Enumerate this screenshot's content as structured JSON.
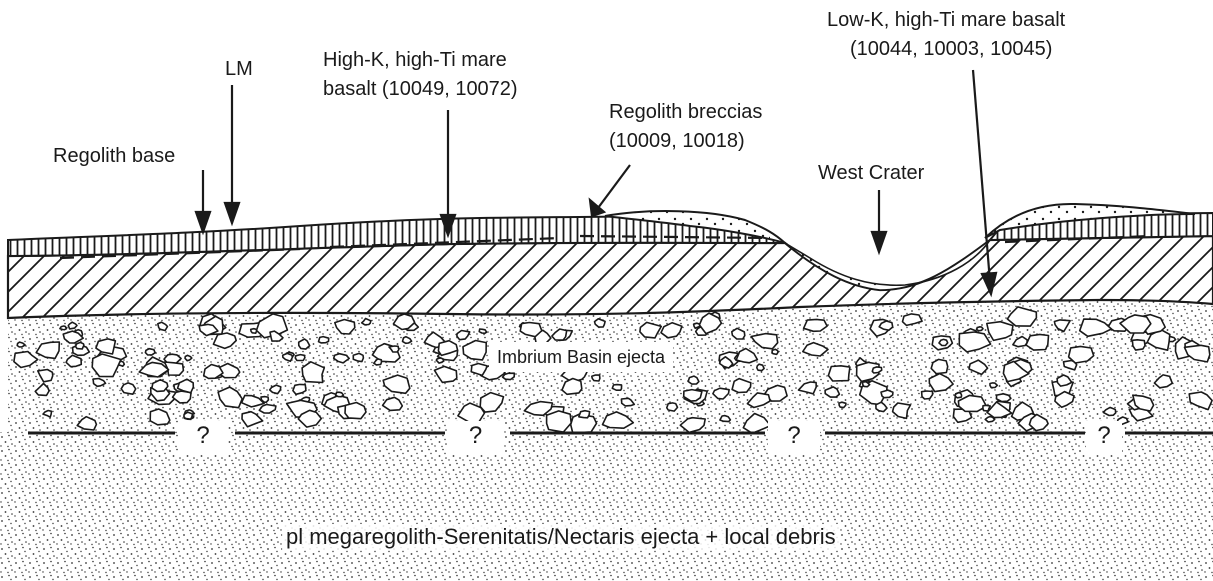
{
  "labels": {
    "lm": "LM",
    "regolith_base": "Regolith base",
    "high_k_line1": "High-K, high-Ti mare",
    "high_k_line2": "basalt (10049, 10072)",
    "breccias_line1": "Regolith breccias",
    "breccias_line2": "(10009, 10018)",
    "low_k_line1": "Low-K, high-Ti mare basalt",
    "low_k_line2": "(10044, 10003, 10045)",
    "west_crater": "West Crater",
    "imbrium": "Imbrium Basin ejecta",
    "megaregolith": "pl megaregolith-Serenitatis/Nectaris ejecta + local debris",
    "unknown_marker": "?"
  },
  "layers": [
    {
      "name": "Regolith",
      "pattern": "vertical-lines"
    },
    {
      "name": "Mare basalt",
      "pattern": "diagonal-hatch"
    },
    {
      "name": "Imbrium Basin ejecta",
      "pattern": "clasts-in-stipple"
    },
    {
      "name": "pl megaregolith",
      "pattern": "fine-stipple"
    }
  ],
  "colors": {
    "ink": "#1a1a1a",
    "paper": "#ffffff"
  }
}
